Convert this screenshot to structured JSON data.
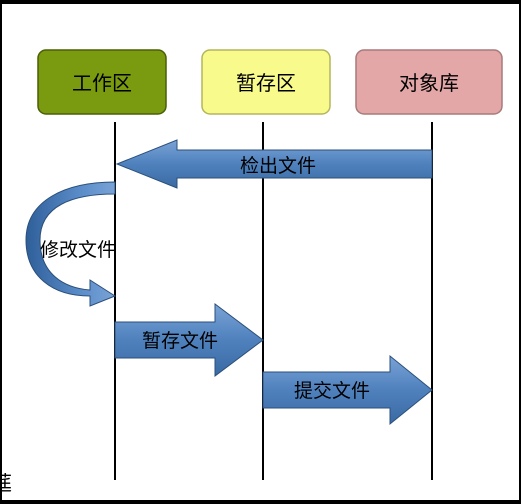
{
  "colors": {
    "workspace": "#7a9a0f",
    "staging": "#f8fb8c",
    "repository": "#e3a7a7",
    "arrow_fill": "#4f81bd",
    "arrow_stroke": "#2b4f7a",
    "lifeline": "#000000"
  },
  "boxes": [
    {
      "id": "workspace",
      "label": "工作区",
      "color": "#7a9a0f"
    },
    {
      "id": "staging",
      "label": "暂存区",
      "color": "#f8fb8c"
    },
    {
      "id": "repository",
      "label": "对象库",
      "color": "#e3a7a7"
    }
  ],
  "arrows": [
    {
      "id": "checkout",
      "label": "检出文件",
      "from": "repository",
      "to": "workspace",
      "direction": "left"
    },
    {
      "id": "modify",
      "label": "修改文件",
      "from": "workspace",
      "to": "workspace",
      "direction": "curved-self"
    },
    {
      "id": "stage",
      "label": "暂存文件",
      "from": "workspace",
      "to": "staging",
      "direction": "right"
    },
    {
      "id": "commit",
      "label": "提交文件",
      "from": "staging",
      "to": "repository",
      "direction": "right"
    }
  ],
  "edge_fragment": "莛"
}
